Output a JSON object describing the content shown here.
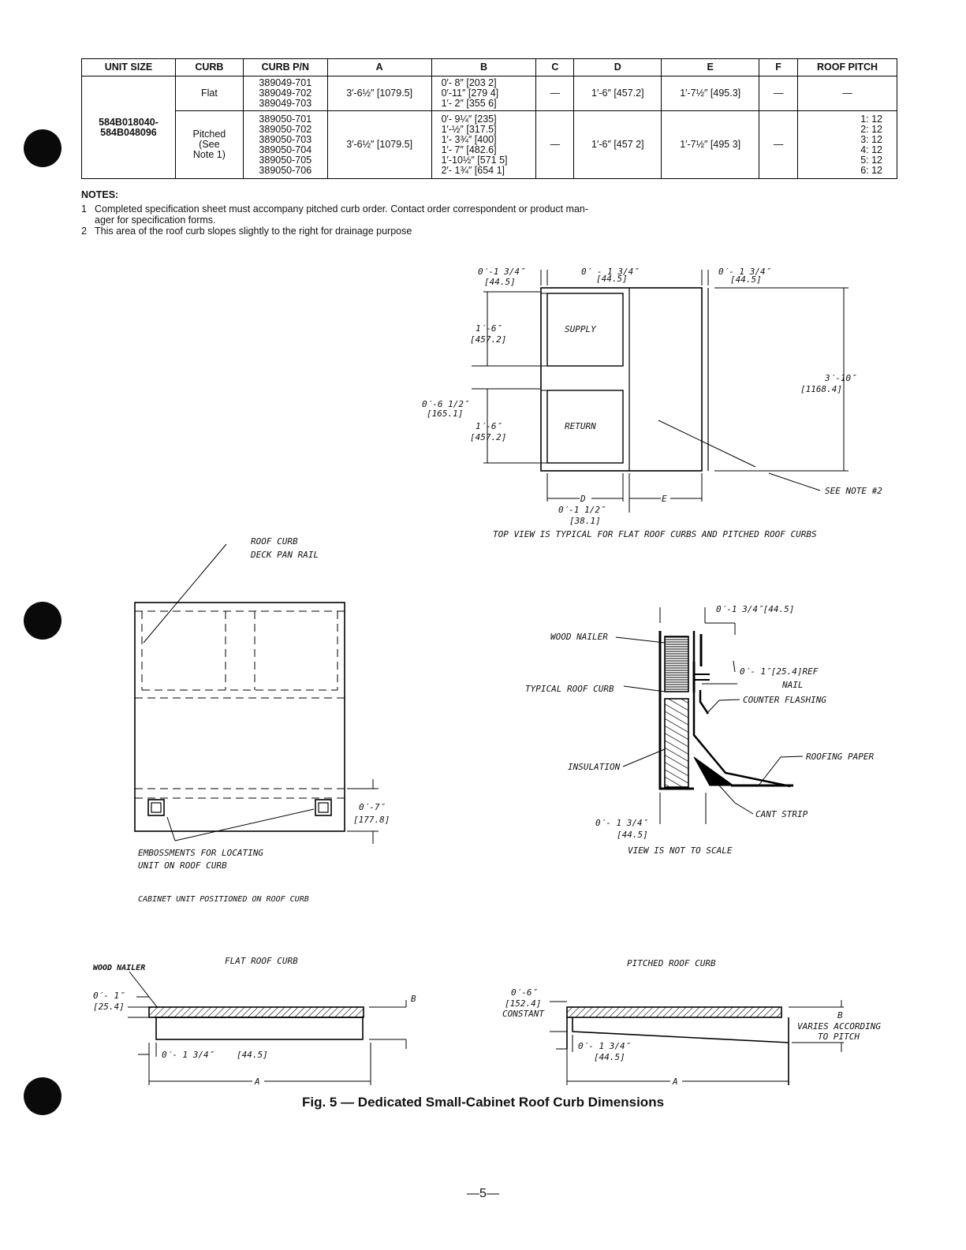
{
  "table": {
    "headers": [
      "UNIT SIZE",
      "CURB",
      "CURB P/N",
      "A",
      "B",
      "C",
      "D",
      "E",
      "F",
      "ROOF PITCH"
    ],
    "unit_size": "584B018040-\n584B048096",
    "flat": {
      "curb": "Flat",
      "pn": "389049-701\n389049-702\n389049-703",
      "a": "3′-6½″ [1079.5]",
      "b": "0′- 8″ [203 2]\n0′-11″ [279 4]\n1′- 2″ [355 6]",
      "c": "—",
      "d": "1′-6″ [457.2]",
      "e": "1′-7½″ [495.3]",
      "f": "—",
      "pitch": "—"
    },
    "pitched": {
      "curb": "Pitched\n(See\nNote 1)",
      "pn": "389050-701\n389050-702\n389050-703\n389050-704\n389050-705\n389050-706",
      "a": "3′-6½″ [1079.5]",
      "b": "0′- 9¼″ [235]\n1′-½″ [317.5]\n1′- 3¾″ [400]\n1′- 7″ [482.6]\n1′-10½″ [571 5]\n2′- 1¾″ [654 1]",
      "c": "—",
      "d": "1′-6″ [457 2]",
      "e": "1′-7½″ [495 3]",
      "f": "—",
      "pitch": "1: 12\n2: 12\n3: 12\n4: 12\n5: 12\n6: 12"
    }
  },
  "notes": {
    "heading": "NOTES:",
    "items": [
      {
        "num": "1",
        "text": "Completed specification sheet must accompany pitched curb order. Contact order correspondent or product man-\nager for specification forms."
      },
      {
        "num": "2",
        "text": "This area of the roof curb slopes slightly to the right for drainage purpose"
      }
    ]
  },
  "top_view": {
    "dim_left_a": "0′-1 3/4″",
    "dim_left_a_mm": "[44.5]",
    "dim_mid": "0′ - 1 3/4″",
    "dim_mid_mm": "[44.5]",
    "dim_right": "0′- 1 3/4″",
    "dim_right_mm": "[44.5]",
    "supply_h": "1′-6″",
    "supply_h_mm": "[457.2]",
    "gap": "0′-6 1/2″",
    "gap_mm": "[165.1]",
    "return_h": "1′-6″",
    "return_h_mm": "[457.2]",
    "supply": "SUPPLY",
    "return": "RETURN",
    "overall": "3′-10″",
    "overall_mm": "[1168.4]",
    "see_note": "SEE NOTE #2",
    "d": "D",
    "e": "E",
    "bottom": "0′-1 1/2″",
    "bottom_mm": "[38.1]",
    "caption": "TOP VIEW IS TYPICAL FOR FLAT ROOF CURBS AND PITCHED ROOF CURBS"
  },
  "cabinet_view": {
    "label_top": "ROOF CURB\nDECK PAN RAIL",
    "dim": "0′-7″",
    "dim_mm": "[177.8]",
    "emboss": "EMBOSSMENTS FOR LOCATING\nUNIT ON ROOF CURB",
    "caption": "CABINET UNIT POSITIONED ON ROOF CURB"
  },
  "section_view": {
    "top_dim": "0′-1 3/4″[44.5]",
    "ref": "0′- 1″[25.4]REF",
    "wood_nailer": "WOOD NAILER",
    "nail": "NAIL",
    "typical": "TYPICAL ROOF CURB",
    "counter": "COUNTER FLASHING",
    "roofing": "ROOFING PAPER",
    "insulation": "INSULATION",
    "bottom_dim": "0′- 1 3/4″",
    "bottom_dim_mm": "[44.5]",
    "cant": "CANT STRIP",
    "caption": "VIEW IS NOT TO SCALE"
  },
  "flat_curb": {
    "wood_nailer": "WOOD NAILER",
    "title": "FLAT ROOF CURB",
    "dim": "0′- 1″",
    "dim_mm": "[25.4]",
    "b": "B",
    "bottom": "0′- 1 3/4″",
    "bottom_mm": "[44.5]",
    "a": "A"
  },
  "pitched_curb": {
    "title": "PITCHED ROOF CURB",
    "dim": "0′-6″",
    "dim_mm": "[152.4]",
    "constant": "CONSTANT",
    "b": "B",
    "varies": "VARIES ACCORDING\nTO PITCH",
    "bottom": "0′- 1 3/4″",
    "bottom_mm": "[44.5]",
    "a": "A"
  },
  "figure_caption": "Fig. 5 — Dedicated Small-Cabinet Roof Curb Dimensions",
  "page_number": "—5—"
}
